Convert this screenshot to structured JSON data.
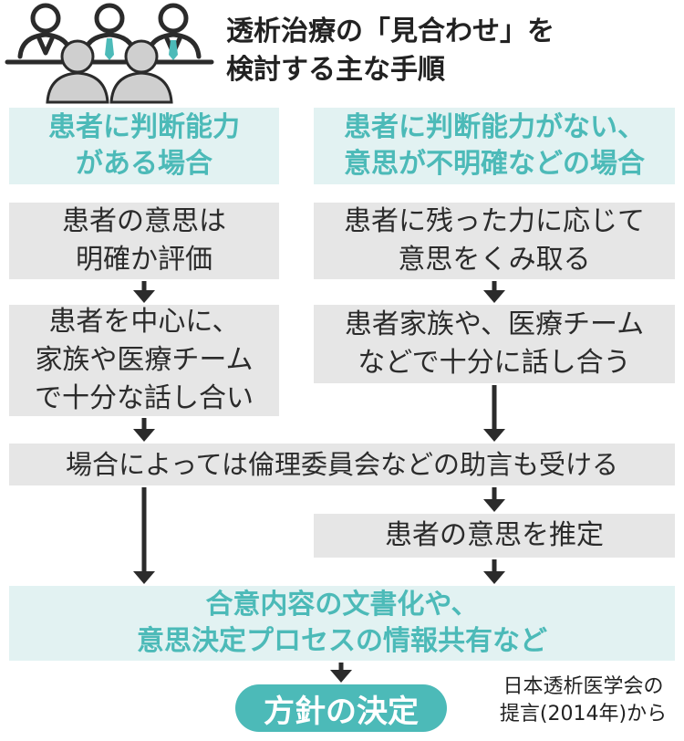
{
  "title": "透析治療の「見合わせ」を\n検討する主な手順",
  "header_left": "患者に判断能力\nがある場合",
  "header_right": "患者に判断能力がない、\n意思が不明確などの場合",
  "left_step1": "患者の意思は\n明確か評価",
  "left_step2": "患者を中心に、\n家族や医療チーム\nで十分な話し合い",
  "right_step1": "患者に残った力に応じて\n意思をくみ取る",
  "right_step2": "患者家族や、医療チーム\nなどで十分に話し合う",
  "shared_step": "場合によっては倫理委員会などの助言も受ける",
  "right_step3": "患者の意思を推定",
  "bottom_step": "合意内容の文書化や、\n意思決定プロセスの情報共有など",
  "final_step": "方針の決定",
  "source": "日本透析医学会の\n提言(2014年)から",
  "icon": "medical-team-meeting-icon",
  "colors": {
    "teal": "#4cbab8",
    "teal_light_bg": "#e2f2f2",
    "gray_bg": "#e6e6e6",
    "text": "#2b2b2b",
    "arrow": "#2b2b2b"
  }
}
